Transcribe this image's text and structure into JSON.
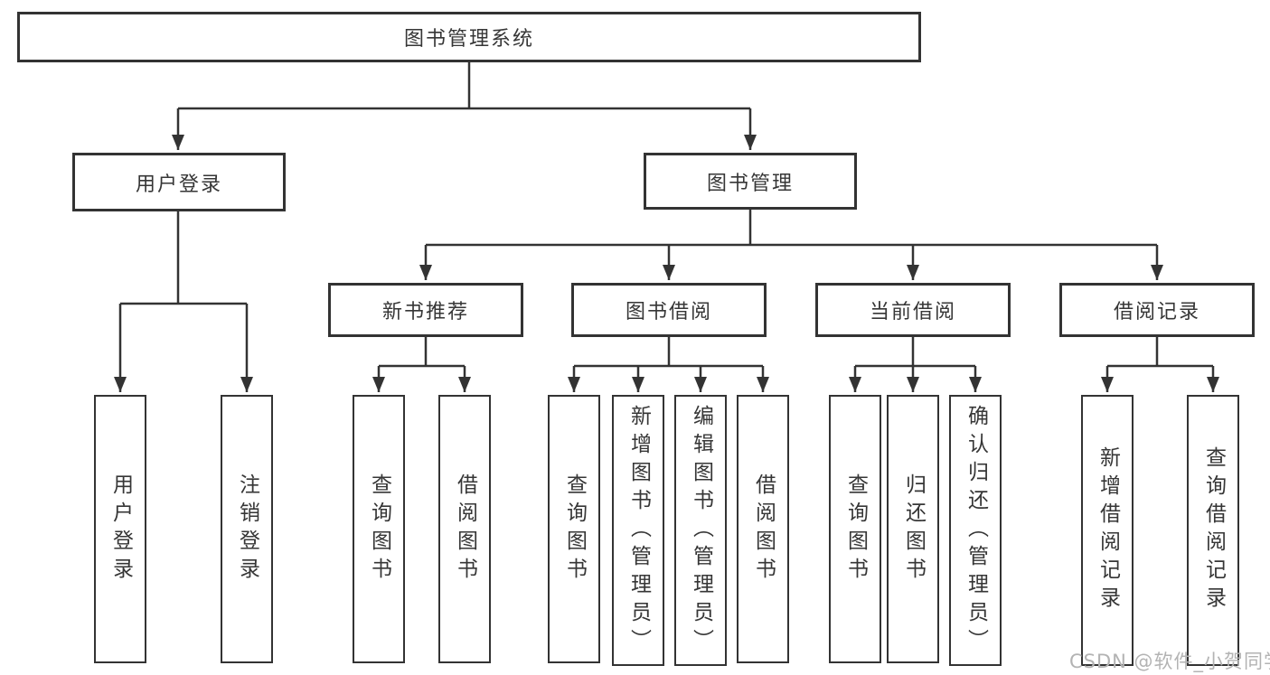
{
  "colors": {
    "background": "#ffffff",
    "line": "#333333",
    "box_border": "#333333",
    "box_fill": "#ffffff",
    "text": "#363636",
    "watermark": "#b3b3b3"
  },
  "watermark": {
    "text": "CSDN @软件_小贺同学"
  },
  "diagram": {
    "type": "tree",
    "root": {
      "label": "图书管理系统",
      "children": [
        {
          "label": "用户登录",
          "children": [
            {
              "label": "用户登录"
            },
            {
              "label": "注销登录"
            }
          ]
        },
        {
          "label": "图书管理",
          "children": [
            {
              "label": "新书推荐",
              "children": [
                {
                  "label": "查询图书"
                },
                {
                  "label": "借阅图书"
                }
              ]
            },
            {
              "label": "图书借阅",
              "children": [
                {
                  "label": "查询图书"
                },
                {
                  "label": "新增图书（管理员）"
                },
                {
                  "label": "编辑图书（管理员）"
                },
                {
                  "label": "借阅图书"
                }
              ]
            },
            {
              "label": "当前借阅",
              "children": [
                {
                  "label": "查询图书"
                },
                {
                  "label": "归还图书"
                },
                {
                  "label": "确认归还（管理员）"
                }
              ]
            },
            {
              "label": "借阅记录",
              "children": [
                {
                  "label": "新增借阅记录"
                },
                {
                  "label": "查询借阅记录"
                }
              ]
            }
          ]
        }
      ]
    }
  }
}
